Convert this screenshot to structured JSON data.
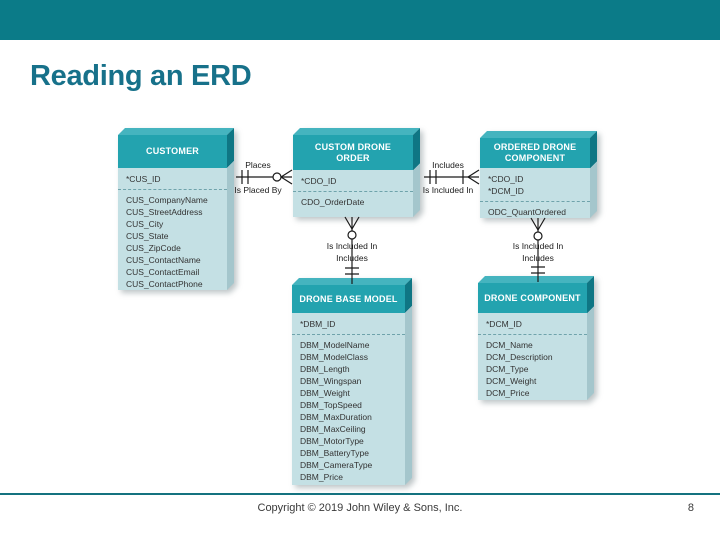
{
  "slide": {
    "title": "Reading an ERD",
    "footer": {
      "copyright": "Copyright © 2019 John Wiley & Sons, Inc.",
      "page_number": "8"
    }
  },
  "colors": {
    "theme_teal_band": "#0B7B88",
    "title_text": "#17718A",
    "entity_header_bg": "#23A3AF",
    "entity_header_text": "#FFFFFF",
    "entity_body_bg": "#C4E0E4",
    "entity_side_dark": "#0F7684",
    "entity_side_light": "#A4C6CC",
    "connector_line": "#1A1A1A",
    "footer_line": "#14727F"
  },
  "diagram": {
    "entities": [
      {
        "name": "CUSTOMER",
        "pk": [
          "*CUS_ID"
        ],
        "attributes": [
          "CUS_CompanyName",
          "CUS_StreetAddress",
          "CUS_City",
          "CUS_State",
          "CUS_ZipCode",
          "CUS_ContactName",
          "CUS_ContactEmail",
          "CUS_ContactPhone"
        ]
      },
      {
        "name": "CUSTOM DRONE ORDER",
        "pk": [
          "*CDO_ID"
        ],
        "attributes": [
          "CDO_OrderDate"
        ]
      },
      {
        "name": "ORDERED DRONE COMPONENT",
        "pk": [
          "*CDO_ID",
          "*DCM_ID"
        ],
        "attributes": [
          "ODC_QuantOrdered"
        ]
      },
      {
        "name": "DRONE BASE MODEL",
        "pk": [
          "*DBM_ID"
        ],
        "attributes": [
          "DBM_ModelName",
          "DBM_ModelClass",
          "DBM_Length",
          "DBM_Wingspan",
          "DBM_Weight",
          "DBM_TopSpeed",
          "DBM_MaxDuration",
          "DBM_MaxCeiling",
          "DBM_MotorType",
          "DBM_BatteryType",
          "DBM_CameraType",
          "DBM_Price"
        ]
      },
      {
        "name": "DRONE COMPONENT",
        "pk": [
          "*DCM_ID"
        ],
        "attributes": [
          "DCM_Name",
          "DCM_Description",
          "DCM_Type",
          "DCM_Weight",
          "DCM_Price"
        ]
      }
    ],
    "relationships": [
      {
        "from": "CUSTOMER",
        "to": "CUSTOM DRONE ORDER",
        "label_top": "Places",
        "label_bottom": "Is Placed By",
        "from_cardinality": "one and only one",
        "to_cardinality": "zero or many"
      },
      {
        "from": "CUSTOM DRONE ORDER",
        "to": "ORDERED DRONE COMPONENT",
        "label_top": "Includes",
        "label_bottom": "Is Included In",
        "from_cardinality": "one and only one",
        "to_cardinality": "one or many"
      },
      {
        "from": "DRONE BASE MODEL",
        "to": "CUSTOM DRONE ORDER",
        "label_top": "Is Included In",
        "label_bottom": "Includes",
        "from_cardinality": "one and only one",
        "to_cardinality": "zero or many"
      },
      {
        "from": "DRONE COMPONENT",
        "to": "ORDERED DRONE COMPONENT",
        "label_top": "Is Included In",
        "label_bottom": "Includes",
        "from_cardinality": "one and only one",
        "to_cardinality": "zero or many"
      }
    ]
  }
}
